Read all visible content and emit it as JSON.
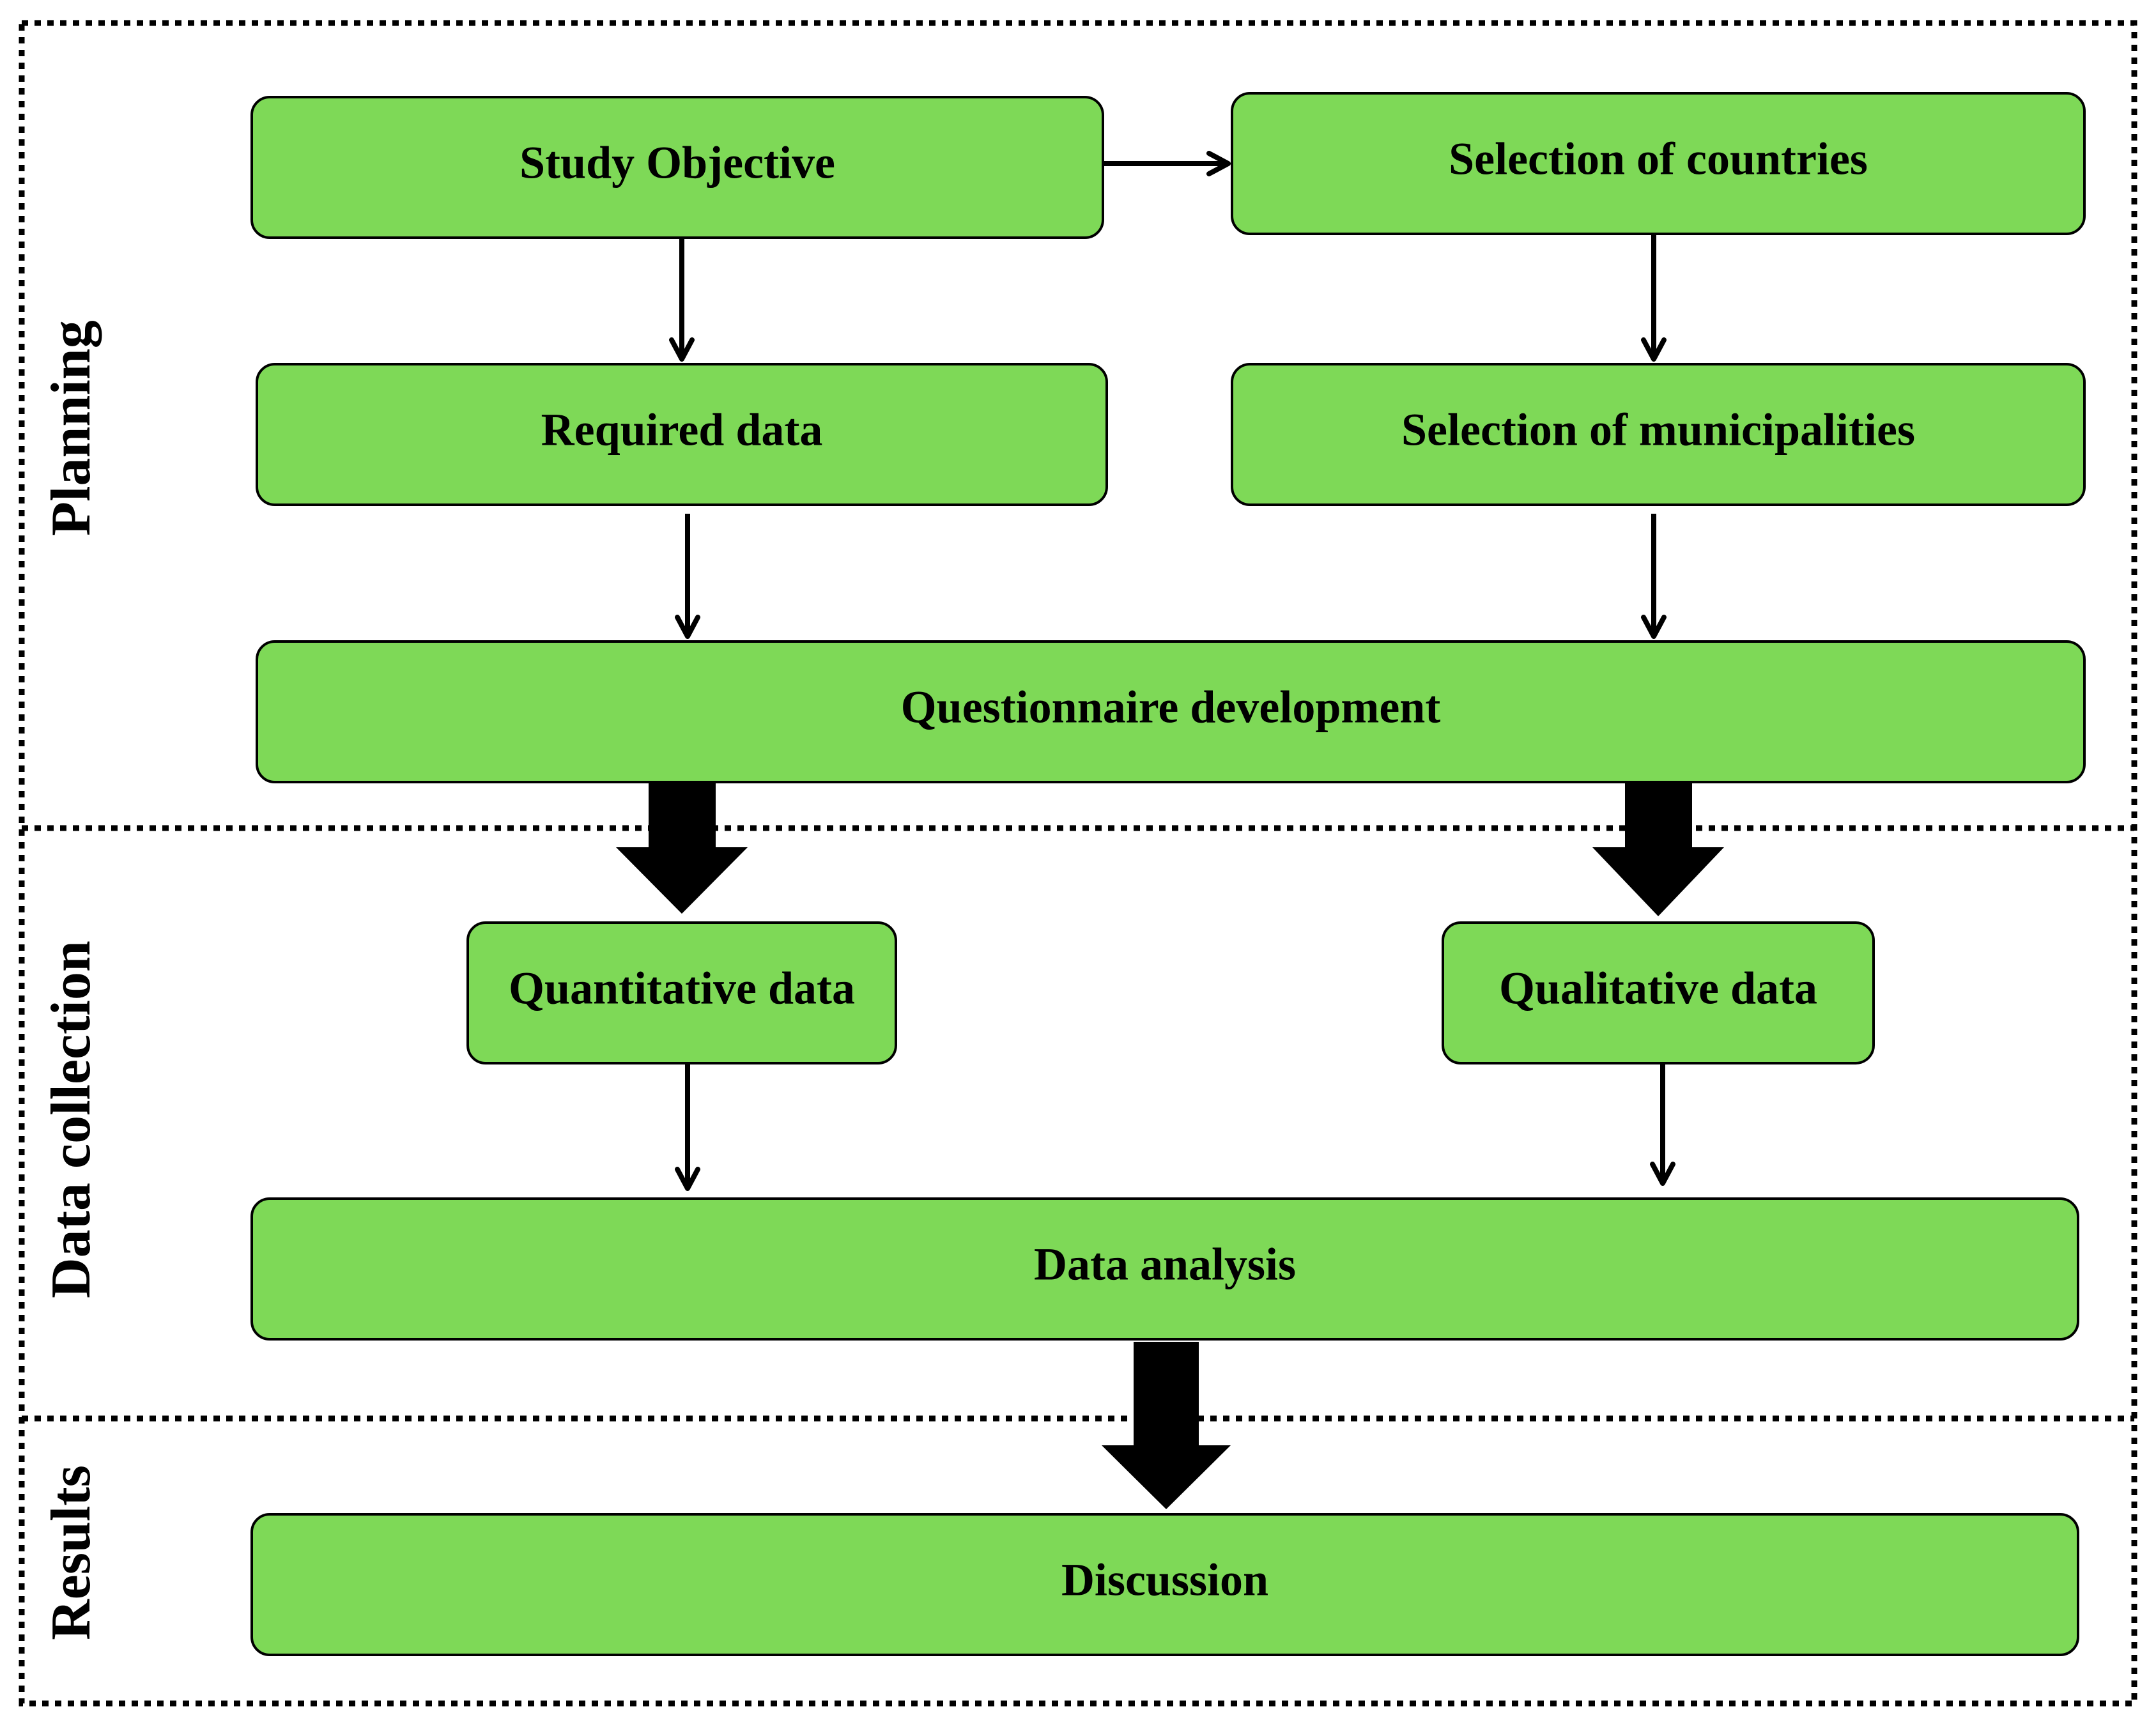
{
  "colors": {
    "box_fill": "#7ED957",
    "box_stroke": "#000000",
    "arrow": "#000000",
    "section_border": "#000000"
  },
  "sections": {
    "planning": "Planning",
    "data_collection": "Data collection",
    "results": "Results"
  },
  "boxes": {
    "study_objective": "Study Objective",
    "selection_of_countries": "Selection of countries",
    "required_data": "Required data",
    "selection_of_municipalities": "Selection of municipalities",
    "questionnaire_development": "Questionnaire development",
    "quantitative_data": "Quantitative data",
    "qualitative_data": "Qualitative data",
    "data_analysis": "Data analysis",
    "discussion": "Discussion"
  }
}
